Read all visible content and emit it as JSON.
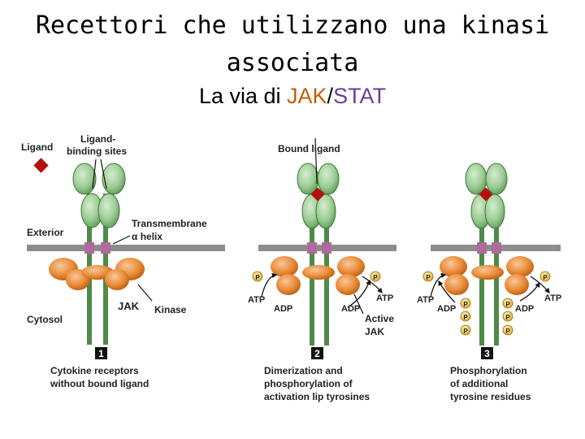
{
  "title_line1": "Recettori che utilizzano una kinasi",
  "title_line2": "associata",
  "subtitle": {
    "prefix": "La via di ",
    "jak": "JAK",
    "slash": "/",
    "stat": "STAT"
  },
  "colors": {
    "jak": "#c0600c",
    "stat": "#6a3e96",
    "ligand": "#b31010",
    "receptor": "#79b873",
    "kinase": "#e0852e",
    "membrane": "#8c8c8c",
    "phosphate": "#f2c64c"
  },
  "panel1": {
    "ligand_label": "Ligand",
    "binding_sites_line1": "Ligand-",
    "binding_sites_line2": "binding sites",
    "exterior_label": "Exterior",
    "transmembrane_line1": "Transmembrane",
    "transmembrane_line2": "α helix",
    "cytosol_label": "Cytosol",
    "jak_label": "JAK",
    "kinase_label": "Kinase",
    "step": "1",
    "caption_line1": "Cytokine receptors",
    "caption_line2": "without bound ligand"
  },
  "panel2": {
    "bound_ligand_label": "Bound ligand",
    "atp": "ATP",
    "adp": "ADP",
    "p": "P",
    "active_line1": "Active",
    "active_line2": "JAK",
    "step": "2",
    "caption_line1": "Dimerization and",
    "caption_line2": "phosphorylation of",
    "caption_line3": "activation lip tyrosines"
  },
  "panel3": {
    "atp": "ATP",
    "adp": "ADP",
    "p": "P",
    "step": "3",
    "caption_line1": "Phosphorylation",
    "caption_line2": "of additional",
    "caption_line3": "tyrosine residues"
  }
}
